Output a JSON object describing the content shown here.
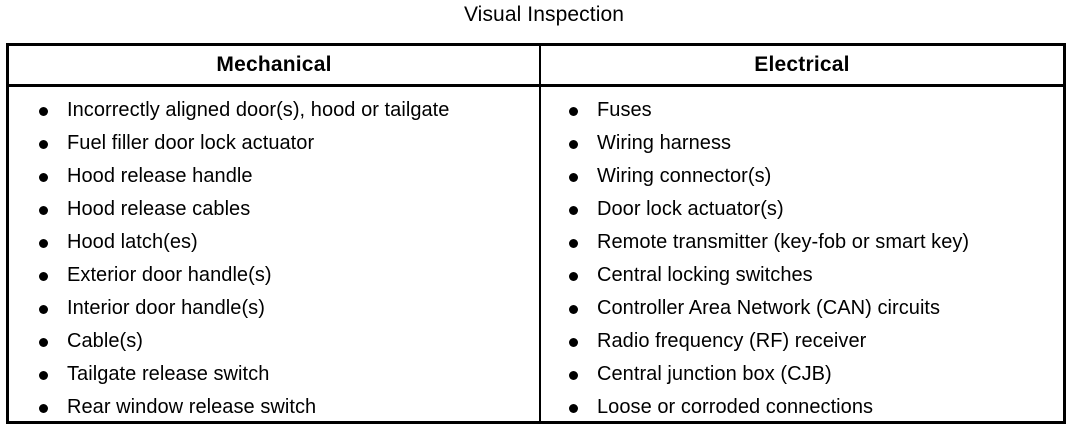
{
  "title": "Visual Inspection",
  "table": {
    "columns": [
      {
        "id": "mechanical",
        "header": "Mechanical",
        "items": [
          "Incorrectly aligned door(s), hood or tailgate",
          "Fuel filler door lock actuator",
          "Hood release handle",
          "Hood release cables",
          "Hood latch(es)",
          "Exterior door handle(s)",
          "Interior door handle(s)",
          "Cable(s)",
          "Tailgate release switch",
          "Rear window release switch"
        ]
      },
      {
        "id": "electrical",
        "header": "Electrical",
        "items": [
          "Fuses",
          "Wiring harness",
          "Wiring connector(s)",
          "Door lock actuator(s)",
          "Remote transmitter (key-fob or smart key)",
          "Central locking switches",
          "Controller Area Network (CAN) circuits",
          "Radio frequency (RF) receiver",
          "Central junction box (CJB)",
          "Loose or corroded connections"
        ]
      }
    ]
  },
  "style": {
    "text_color": "#000000",
    "background_color": "#ffffff",
    "border_color": "#000000",
    "bullet_glyph": "bullet-dot-icon"
  }
}
